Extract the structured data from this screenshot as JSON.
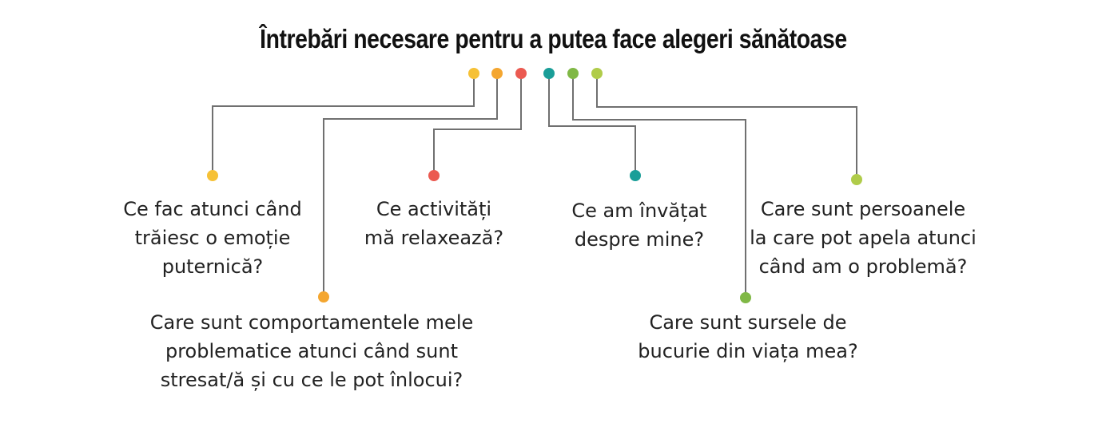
{
  "title": "Întrebări necesare pentru a putea face alegeri sănătoase",
  "colors": {
    "yellow": "#f6c136",
    "orange": "#f4a630",
    "red": "#eb5a51",
    "teal": "#1a9e98",
    "green": "#80b846",
    "lime": "#b0cc4a",
    "line": "#707070",
    "text": "#222222"
  },
  "questions": [
    {
      "text": "Ce fac atunci când\ntrăiesc o emoție\nputernică?",
      "color": "yellow"
    },
    {
      "text": "Care sunt comportamentele mele\nproblematice atunci când sunt\nstresat/ă și cu ce le pot înlocui?",
      "color": "orange"
    },
    {
      "text": "Ce activități\nmă relaxează?",
      "color": "red"
    },
    {
      "text": "Ce am învățat\ndespre mine?",
      "color": "teal"
    },
    {
      "text": "Care sunt sursele de\nbucurie din viața mea?",
      "color": "green"
    },
    {
      "text": "Care sunt persoanele\nla care pot apela atunci\ncând am o problemă?",
      "color": "lime"
    }
  ]
}
